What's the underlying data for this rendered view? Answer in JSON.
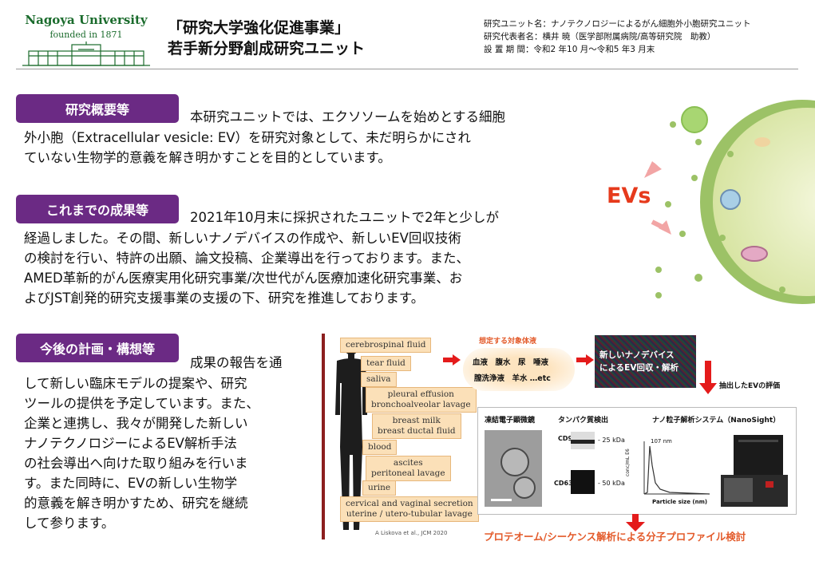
{
  "header": {
    "logo_name": "Nagoya University",
    "logo_founded": "founded in 1871",
    "title_line1": "「研究大学強化促進事業」",
    "title_line2": "若手新分野創成研究ユニット",
    "unit_name": "研究ユニット名：ナノテクノロジーによるがん細胞外小胞研究ユニット",
    "representative": "研究代表者名：横井 暁（医学部附属病院/高等研究院　助教）",
    "period": "設 置 期 間：令和2 年10 月～令和5 年3 月末"
  },
  "sections": {
    "overview": {
      "label": "研究概要等",
      "first": "本研究ユニットでは、エクソソームを始めとする細胞",
      "lines": [
        "外小胞（Extracellular vesicle: EV）を研究対象として、未だ明らかにされ",
        "ていない生物学的意義を解き明かすことを目的としています。"
      ]
    },
    "results": {
      "label": "これまでの成果等",
      "first": "2021年10月末に採択されたユニットで2年と少しが",
      "lines": [
        "経過しました。その間、新しいナノデバイスの作成や、新しいEV回収技術",
        "の検討を行い、特許の出願、論文投稿、企業導出を行っております。また、",
        "AMED革新的がん医療実用化研究事業/次世代がん医療加速化研究事業、お",
        "よびJST創発的研究支援事業の支援の下、研究を推進しております。"
      ]
    },
    "plans": {
      "label": "今後の計画・構想等",
      "first": "成果の報告を通",
      "lines": [
        "して新しい臨床モデルの提案や、研究",
        "ツールの提供を予定しています。また、",
        "企業と連携し、我々が開発した新しい",
        "ナノテクノロジーによるEV解析手法",
        "の社会導出へ向けた取り組みを行いま",
        "す。また同時に、EVの新しい生物学",
        "的意義を解き明かすため、研究を継続",
        "して参ります。"
      ]
    }
  },
  "cell_figure": {
    "label": "EVs"
  },
  "body_fluids": {
    "items": [
      "cerebrospinal fluid",
      "tear fluid",
      "saliva",
      "pleural effusion\nbronchoalveolar lavage",
      "breast milk\nbreast ductal fluid",
      "blood",
      "ascites\nperitoneal lavage",
      "urine",
      "cervical and vaginal secretion\nuterine / utero-tubular lavage"
    ],
    "citation": "A Liskova et al., JCM 2020"
  },
  "workflow": {
    "target_title": "想定する対象体液",
    "target_line1": "血液　腹水　尿　唾液",
    "target_line2": "膣洗浄液　羊水 …etc",
    "device_line1": "新しいナノデバイス",
    "device_line2": "によるEV回収・解析",
    "evaluation": "抽出したEVの評価",
    "panel_em": "凍結電子顕微鏡",
    "panel_protein": "タンパク質検出",
    "panel_nano": "ナノ粒子解析システム（NanoSight）",
    "blot_cd9": "CD9",
    "blot_cd63": "CD63",
    "blot_25": "- 25 kDa",
    "blot_50": "- 50 kDa",
    "nano_peak": "107 nm",
    "nano_ylabel": "conc/mL E6",
    "nano_xlabel": "Particle size (nm)",
    "bottom": "プロテオーム/シーケンス解析による分子プロファイル検討"
  }
}
